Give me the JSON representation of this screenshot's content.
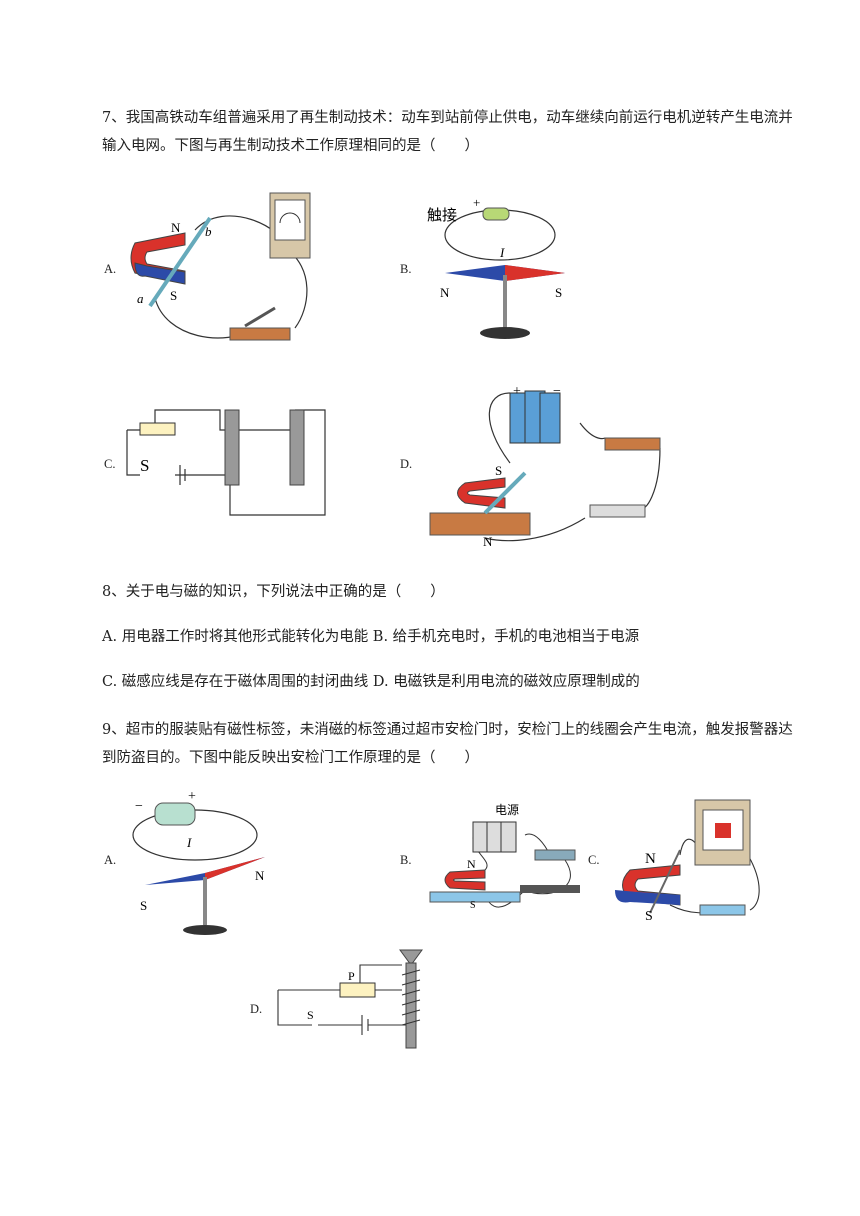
{
  "q7": {
    "stem": "7、我国高铁动车组普遍采用了再生制动技术：动车到站前停止供电，动车继续向前运行电机逆转产生电流并输入电网。下图与再生制动技术工作原理相同的是（　　）",
    "options": [
      "A.",
      "B.",
      "C.",
      "D."
    ],
    "figA": {
      "n": "N",
      "s": "S",
      "a": "a",
      "b": "b"
    },
    "figB": {
      "touch": "触接",
      "plus": "+",
      "current": "I",
      "n": "N",
      "s": "S"
    },
    "figC": {
      "switch": "S"
    },
    "figD": {
      "plus": "+",
      "minus": "−",
      "s": "S",
      "n": "N"
    }
  },
  "q8": {
    "stem": "8、关于电与磁的知识，下列说法中正确的是（　　）",
    "line1": "A. 用电器工作时将其他形式能转化为电能 B. 给手机充电时，手机的电池相当于电源",
    "line2": "C. 磁感应线是存在于磁体周围的封闭曲线 D. 电磁铁是利用电流的磁效应原理制成的"
  },
  "q9": {
    "stem": "9、超市的服装贴有磁性标签，未消磁的标签通过超市安检门时，安检门上的线圈会产生电流，触发报警器达到防盗目的。下图中能反映出安检门工作原理的是（　　）",
    "options": [
      "A.",
      "B.",
      "C.",
      "D."
    ],
    "figA": {
      "minus": "−",
      "plus": "+",
      "current": "I",
      "n": "N",
      "s": "S"
    },
    "figB": {
      "power": "电源",
      "n": "N",
      "s": "S"
    },
    "figC": {
      "n": "N",
      "s": "S"
    },
    "figD": {
      "p": "P",
      "switch": "S"
    }
  },
  "colors": {
    "red": "#d9322b",
    "blue": "#2c4aa8",
    "wood": "#c87a43",
    "gray": "#8a8a8a"
  }
}
